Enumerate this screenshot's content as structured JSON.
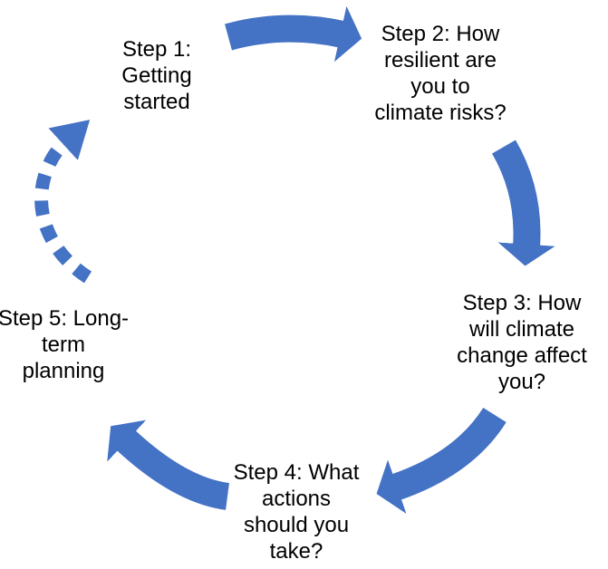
{
  "diagram": {
    "type": "cycle",
    "steps": [
      {
        "id": 1,
        "text": "Step 1:\nGetting\nstarted"
      },
      {
        "id": 2,
        "text": "Step 2: How\nresilient are\nyou to\nclimate risks?"
      },
      {
        "id": 3,
        "text": "Step 3: How\nwill climate\nchange affect\nyou?"
      },
      {
        "id": 4,
        "text": "Step 4: What\nactions\nshould you\ntake?"
      },
      {
        "id": 5,
        "text": "Step 5: Long-\nterm\nplanning"
      }
    ],
    "arrows": [
      {
        "from": 1,
        "to": 2,
        "style": "solid"
      },
      {
        "from": 2,
        "to": 3,
        "style": "solid"
      },
      {
        "from": 3,
        "to": 4,
        "style": "solid"
      },
      {
        "from": 4,
        "to": 5,
        "style": "solid"
      },
      {
        "from": 5,
        "to": 1,
        "style": "dashed"
      }
    ],
    "colors": {
      "arrow": "#4472C4",
      "text": "#000000",
      "background": "#FFFFFF"
    }
  }
}
